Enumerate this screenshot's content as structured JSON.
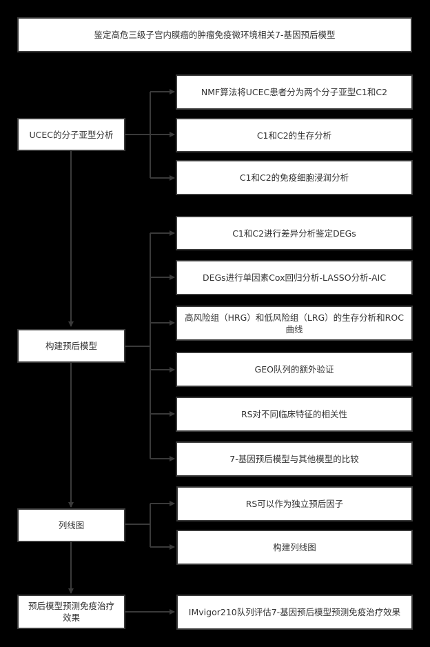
{
  "title": "鉴定高危三级子宫内膜癌的肿瘤免疫微环境相关7-基因预后模型",
  "stages": [
    {
      "label": "UCEC的分子亚型分析",
      "children": [
        "NMF算法将UCEC患者分为两个分子亚型C1和C2",
        "C1和C2的生存分析",
        "C1和C2的免疫细胞浸润分析"
      ]
    },
    {
      "label": "构建预后模型",
      "children": [
        "C1和C2进行差异分析鉴定DEGs",
        "DEGs进行单因素Cox回归分析-LASSO分析-AIC",
        "高风险组（HRG）和低风险组（LRG）的生存分析和ROC曲线",
        "GEO队列的额外验证",
        "RS对不同临床特征的相关性",
        "7-基因预后模型与其他模型的比较"
      ]
    },
    {
      "label": "列线图",
      "children": [
        "RS可以作为独立预后因子",
        "构建列线图"
      ]
    },
    {
      "label": "预后模型预测免疫治疗效果",
      "children": [
        "IMvigor210队列评估7-基因预后模型预测免疫治疗效果"
      ]
    }
  ],
  "colors": {
    "line": "#3a3a3a",
    "box": "#ffffff",
    "background": "#000000"
  }
}
